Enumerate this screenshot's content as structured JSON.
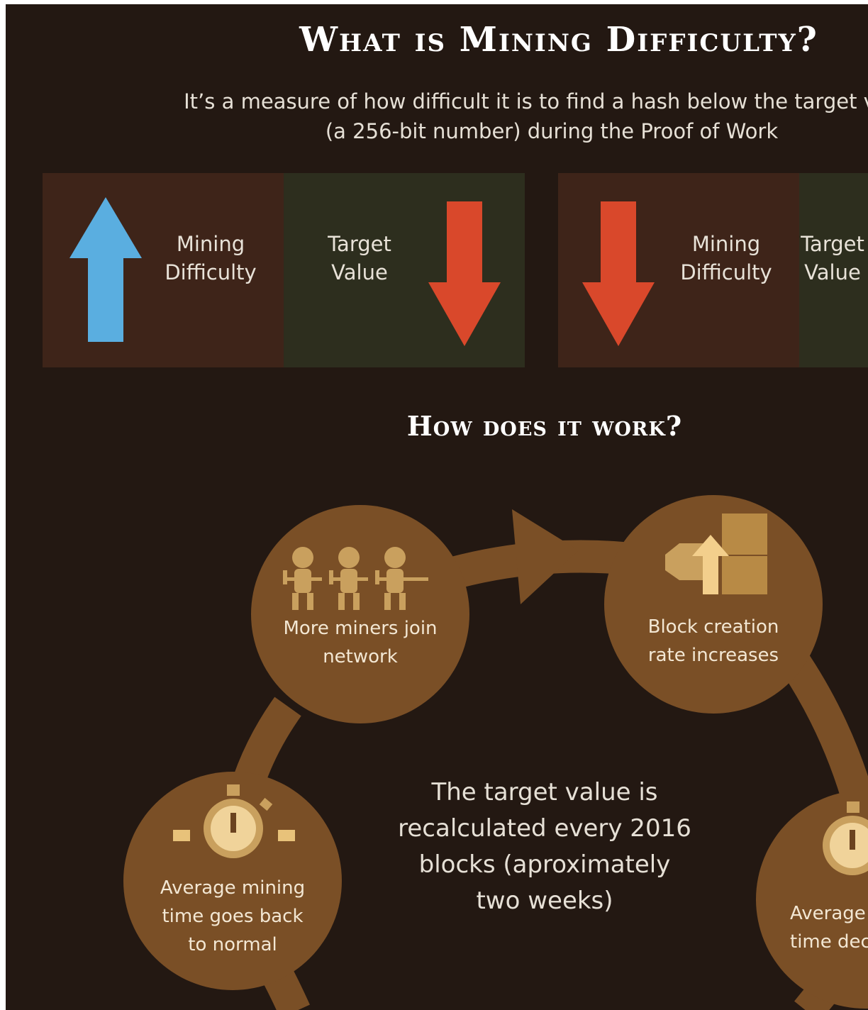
{
  "title": "What is Mining Difficulty?",
  "subtitle": {
    "line1": "It’s a measure of how difficult it is to find a hash below the target value",
    "line2": "(a 256-bit number) during the Proof of Work"
  },
  "panels": [
    {
      "left": {
        "label_line1": "Mining",
        "label_line2": "Difficulty",
        "arrow": "up",
        "arrow_color": "#5aaee0"
      },
      "right": {
        "label_line1": "Target",
        "label_line2": "Value",
        "arrow": "down",
        "arrow_color": "#d9482b"
      }
    },
    {
      "left": {
        "label_line1": "Mining",
        "label_line2": "Difficulty",
        "arrow": "down",
        "arrow_color": "#d9482b"
      },
      "right": {
        "label_line1": "Target",
        "label_line2": "Value"
      }
    }
  ],
  "section_title": "How does it work?",
  "cycle": {
    "nodes": [
      {
        "icon": "miners-icon",
        "line1": "More miners join",
        "line2": "network"
      },
      {
        "icon": "blocks-icon",
        "line1": "Block creation",
        "line2": "rate increases"
      },
      {
        "icon": "stopwatch-icon",
        "line1": "Average mining",
        "line2": "time goes back",
        "line3": "to normal"
      },
      {
        "icon": "stopwatch-icon",
        "line1": "Average mining",
        "line2": "time decreases"
      }
    ],
    "center_text": {
      "line1": "The target value is",
      "line2": "recalculated every 2016",
      "line3": "blocks (aproximately",
      "line4": "two weeks)"
    }
  },
  "colors": {
    "background": "#231812",
    "panel_brown": "#3e2419",
    "panel_green": "#2d2e1e",
    "cycle_brown": "#7a4f26",
    "icon_gold": "#c9a05e",
    "arrow_blue": "#5aaee0",
    "arrow_red": "#d9482b"
  }
}
